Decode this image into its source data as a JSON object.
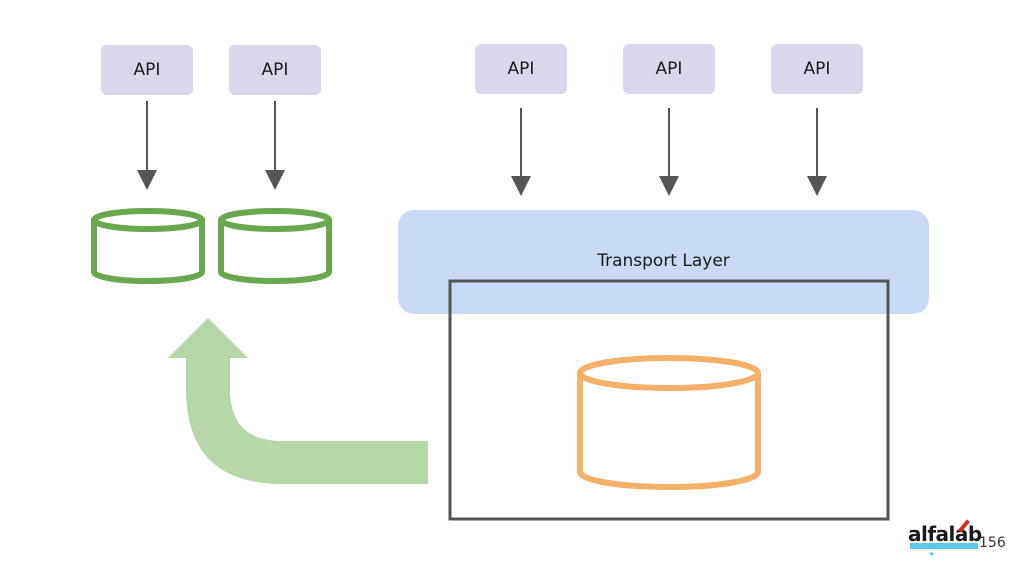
{
  "diagram": {
    "api_label": "API",
    "apis_left": [
      "API",
      "API"
    ],
    "apis_right": [
      "API",
      "API",
      "API"
    ],
    "transport_layer_label": "Transport Layer",
    "colors": {
      "api_fill": "#dcd6ea",
      "transport_fill": "#c9daf6",
      "db_green": "#6aa84f",
      "db_orange": "#f4b068",
      "arrow_green": "#b6d7a8",
      "arrow_gray": "#555555",
      "frame": "#555555"
    }
  },
  "footer": {
    "logo_text": "alfalab",
    "page_number": "156"
  }
}
